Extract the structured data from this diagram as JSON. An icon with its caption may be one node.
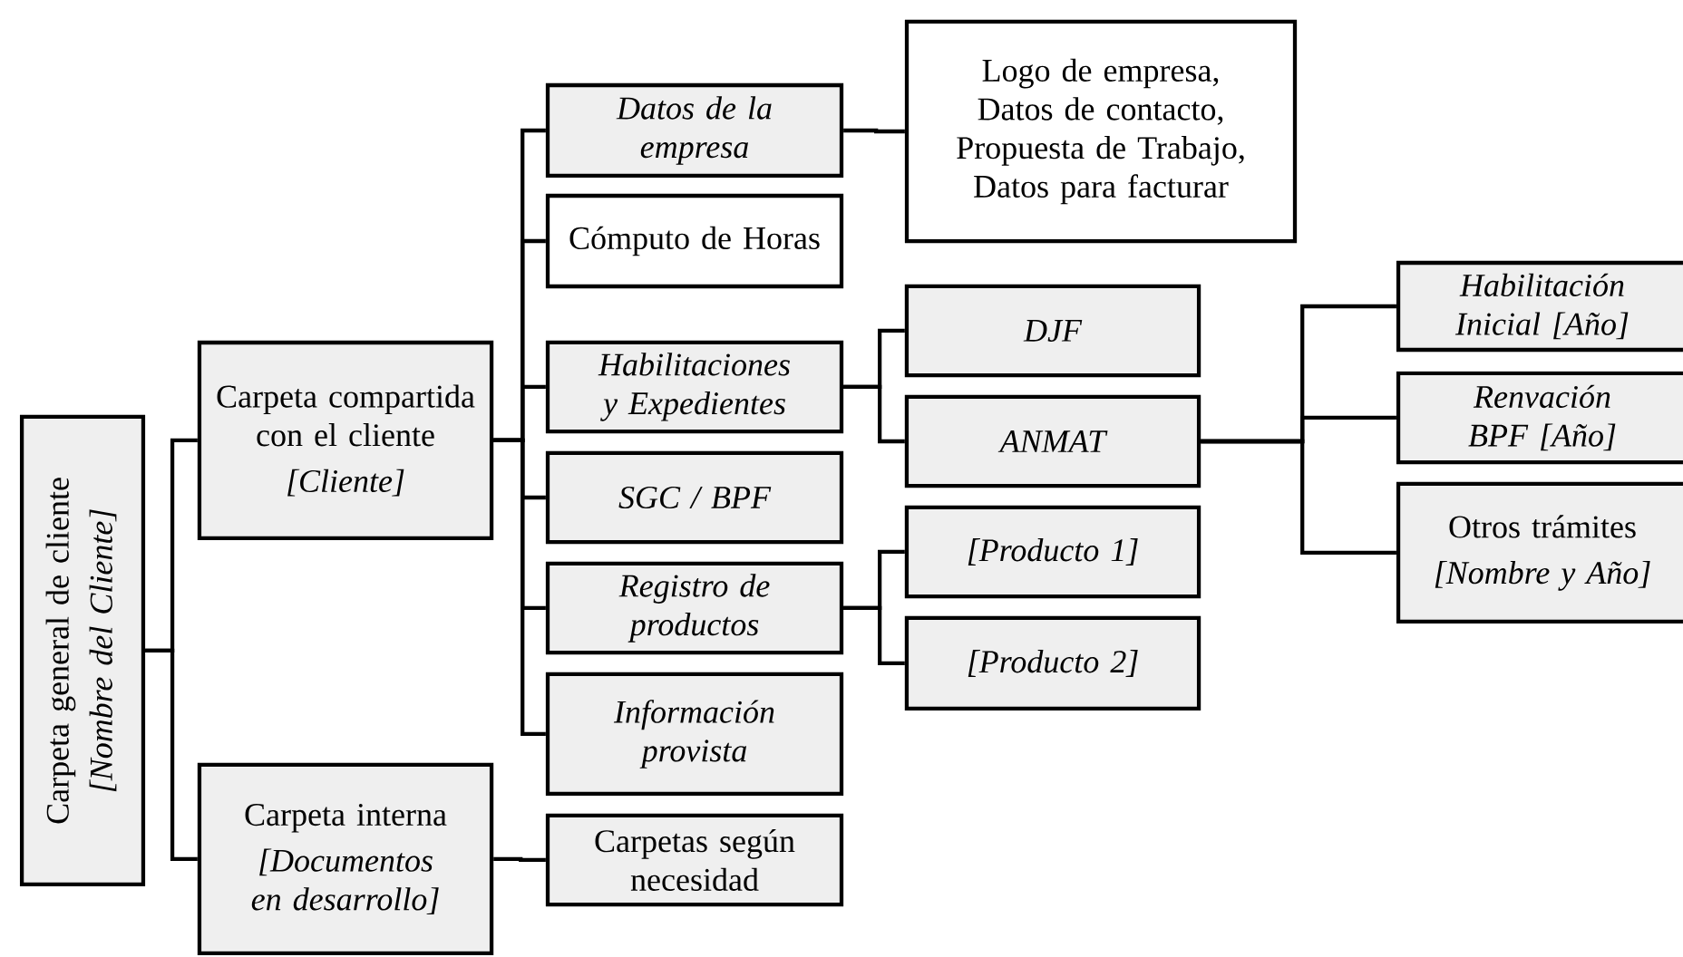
{
  "diagram": {
    "nodes": [
      {
        "text": [
          "Carpeta general de cliente",
          "[Nombre del Cliente]"
        ]
      },
      {
        "text": [
          "Carpeta compartida con el cliente",
          "[Cliente]"
        ]
      },
      {
        "text": [
          "Carpeta interna",
          "[Documentos en desarrollo]"
        ]
      },
      {
        "text": [
          "Datos de la empresa"
        ]
      },
      {
        "text": [
          "Cómputo de Horas"
        ]
      },
      {
        "text": [
          "Habilitaciones y Expedientes"
        ]
      },
      {
        "text": [
          "SGC / BPF"
        ]
      },
      {
        "text": [
          "Registro de productos"
        ]
      },
      {
        "text": [
          "Información provista"
        ]
      },
      {
        "text": [
          "Carpetas según necesidad"
        ]
      },
      {
        "text": [
          "Logo de empresa, Datos de contacto, Propuesta de Trabajo, Datos para facturar"
        ]
      },
      {
        "text": [
          "DJF"
        ]
      },
      {
        "text": [
          "ANMAT"
        ]
      },
      {
        "text": [
          "[Producto 1]"
        ]
      },
      {
        "text": [
          "[Producto 2]"
        ]
      },
      {
        "text": [
          "Habilitación Inicial [Año]"
        ]
      },
      {
        "text": [
          "Renvación BPF [Año]"
        ]
      },
      {
        "text": [
          "Otros trámites",
          "[Nombre y Año]"
        ]
      }
    ],
    "edges": [
      {
        "from": 0,
        "to": 1,
        "arrow": "none"
      },
      {
        "from": 0,
        "to": 2,
        "arrow": "none"
      },
      {
        "from": 1,
        "to": 3,
        "arrow": "none"
      },
      {
        "from": 1,
        "to": 4,
        "arrow": "none"
      },
      {
        "from": 1,
        "to": 5,
        "arrow": "none"
      },
      {
        "from": 1,
        "to": 6,
        "arrow": "none"
      },
      {
        "from": 1,
        "to": 7,
        "arrow": "none"
      },
      {
        "from": 1,
        "to": 8,
        "arrow": "none"
      },
      {
        "from": 2,
        "to": 9,
        "arrow": "none"
      },
      {
        "from": 3,
        "to": 10,
        "arrow": "none"
      },
      {
        "from": 5,
        "to": 11,
        "arrow": "none"
      },
      {
        "from": 5,
        "to": 12,
        "arrow": "none"
      },
      {
        "from": 7,
        "to": 13,
        "arrow": "none"
      },
      {
        "from": 7,
        "to": 14,
        "arrow": "none"
      },
      {
        "from": 12,
        "to": 15,
        "arrow": "none"
      },
      {
        "from": 12,
        "to": 16,
        "arrow": "none"
      },
      {
        "from": 12,
        "to": 17,
        "arrow": "none"
      }
    ]
  }
}
